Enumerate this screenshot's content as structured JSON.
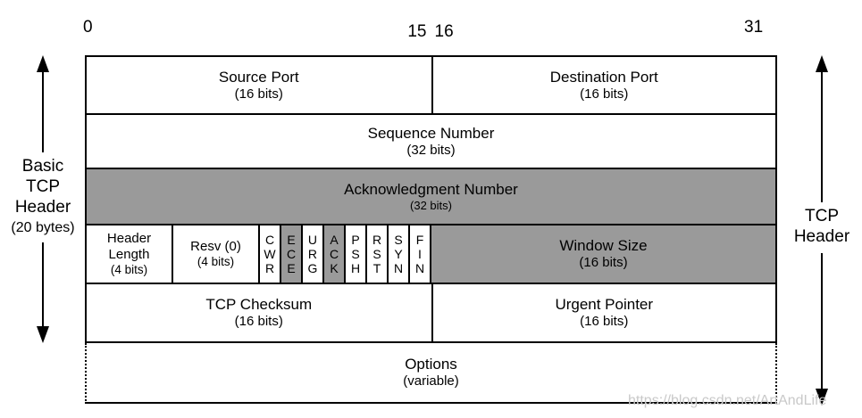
{
  "axis": {
    "bit0": "0",
    "bit15": "15",
    "bit16": "16",
    "bit31": "31"
  },
  "side_left": {
    "line1": "Basic",
    "line2": "TCP",
    "line3": "Header",
    "sub": "(20 bytes)"
  },
  "side_right": {
    "line1": "TCP",
    "line2": "Header"
  },
  "fields": {
    "source_port": {
      "title": "Source Port",
      "sub": "(16 bits)"
    },
    "dest_port": {
      "title": "Destination Port",
      "sub": "(16 bits)"
    },
    "sequence": {
      "title": "Sequence Number",
      "sub": "(32 bits)"
    },
    "acknowledgment": {
      "title": "Acknowledgment Number",
      "sub": "(32 bits)"
    },
    "header_length": {
      "title": "Header\nLength",
      "sub": "(4 bits)"
    },
    "resv": {
      "title": "Resv (0)",
      "sub": "(4 bits)"
    },
    "flags": [
      {
        "name": "CWR",
        "letters": "C\nW\nR",
        "shaded": false
      },
      {
        "name": "ECE",
        "letters": "E\nC\nE",
        "shaded": true
      },
      {
        "name": "URG",
        "letters": "U\nR\nG",
        "shaded": false
      },
      {
        "name": "ACK",
        "letters": "A\nC\nK",
        "shaded": true
      },
      {
        "name": "PSH",
        "letters": "P\nS\nH",
        "shaded": false
      },
      {
        "name": "RST",
        "letters": "R\nS\nT",
        "shaded": false
      },
      {
        "name": "SYN",
        "letters": "S\nY\nN",
        "shaded": false
      },
      {
        "name": "FIN",
        "letters": "F\nI\nN",
        "shaded": false
      }
    ],
    "window_size": {
      "title": "Window Size",
      "sub": "(16 bits)"
    },
    "checksum": {
      "title": "TCP Checksum",
      "sub": "(16 bits)"
    },
    "urgent_pointer": {
      "title": "Urgent Pointer",
      "sub": "(16 bits)"
    },
    "options": {
      "title": "Options",
      "sub": "(variable)"
    }
  },
  "colors": {
    "shaded_fill": "#9a9a9a",
    "watermark_text": "#c9c9c9"
  },
  "watermark": "https://blog.csdn.net/ArtAndLife"
}
